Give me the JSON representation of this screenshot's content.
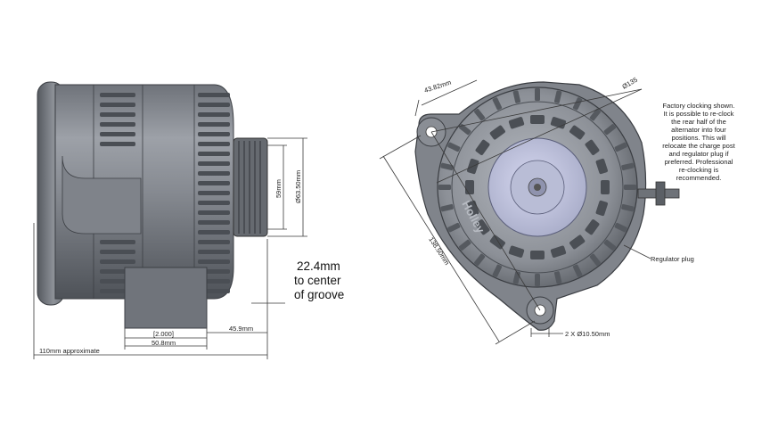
{
  "side_view": {
    "callout_lines": [
      "22.4mm",
      "to center",
      "of groove"
    ],
    "dim_pulley_groove": "59mm",
    "dim_pulley_outer": "Ø63.50mm",
    "dim_bracket_bracket": "[2.000]",
    "dim_bracket_mm": "50.8mm",
    "dim_pulley_offset": "45.9mm",
    "dim_length": "110mm approximate"
  },
  "front_view": {
    "dim_ear_top": "43.82mm",
    "dim_diameter": "Ø135",
    "dim_mount_span": "138.50mm",
    "dim_holes": "2 X Ø10.50mm",
    "label_regulator": "Regulator plug",
    "brand_text": "Holley",
    "note_lines": [
      "Factory clocking shown.",
      "It is possible to re-clock",
      "the rear half of the",
      "alternator into four",
      "positions.  This will",
      "relocate the charge post",
      "and regulator plug  if",
      "preferred.  Professional",
      "re-clocking is",
      "recommended."
    ]
  }
}
